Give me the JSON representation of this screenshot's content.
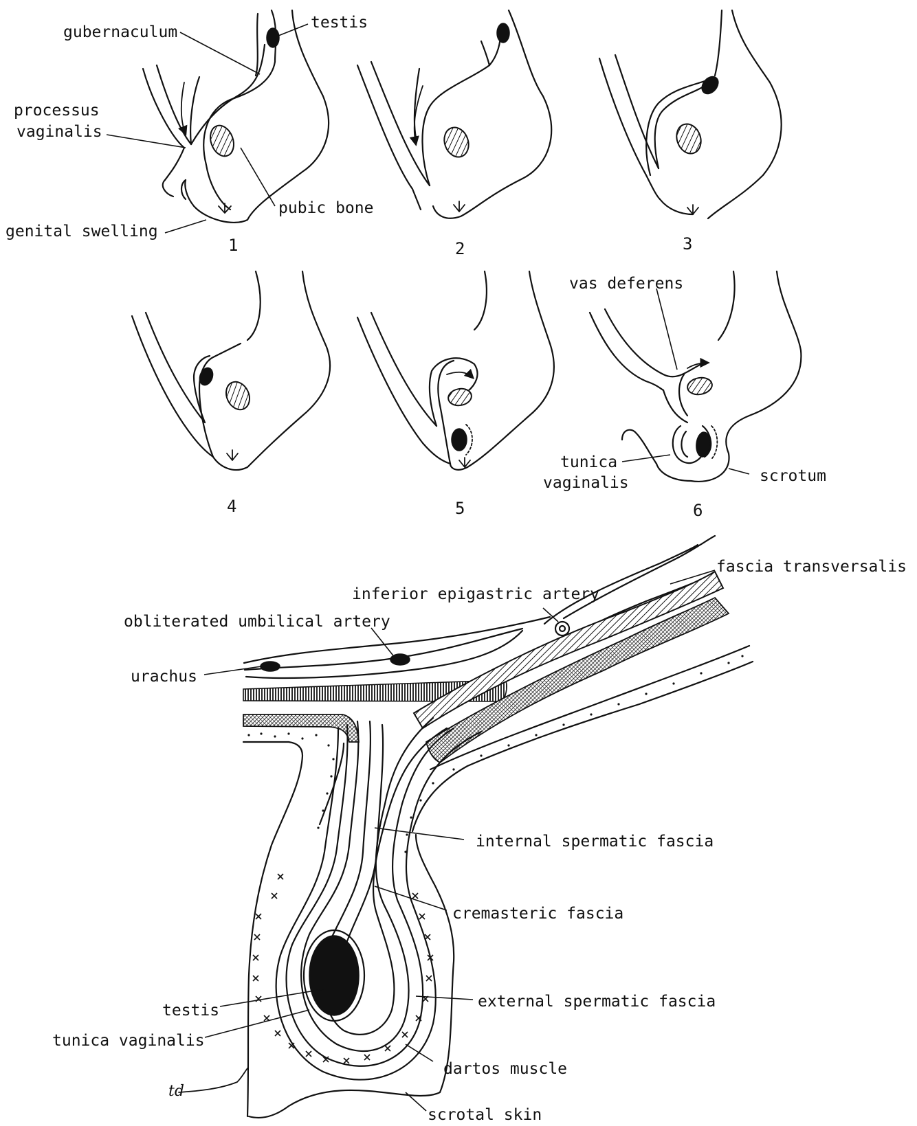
{
  "stages": [
    {
      "number": "1"
    },
    {
      "number": "2"
    },
    {
      "number": "3"
    },
    {
      "number": "4"
    },
    {
      "number": "5"
    },
    {
      "number": "6"
    }
  ],
  "labels": {
    "gubernaculum": "gubernaculum",
    "testis_top": "testis",
    "processus_1": "processus",
    "processus_2": "vaginalis",
    "pubic_bone": "pubic bone",
    "genital_swelling": "genital swelling",
    "vas_deferens": "vas deferens",
    "tunica_top_1": "tunica",
    "tunica_top_2": "vaginalis",
    "scrotum": "scrotum",
    "fascia_transversalis": "fascia transversalis",
    "inferior_epigastric": "inferior epigastric artery",
    "obliterated_umbilical": "obliterated umbilical artery",
    "urachus": "urachus",
    "internal_spermatic": "internal spermatic fascia",
    "cremasteric": "cremasteric fascia",
    "testis_bottom": "testis",
    "external_spermatic": "external spermatic fascia",
    "tunica_bottom": "tunica vaginalis",
    "dartos": "dartos muscle",
    "scrotal_skin": "scrotal skin"
  },
  "signature": "td"
}
